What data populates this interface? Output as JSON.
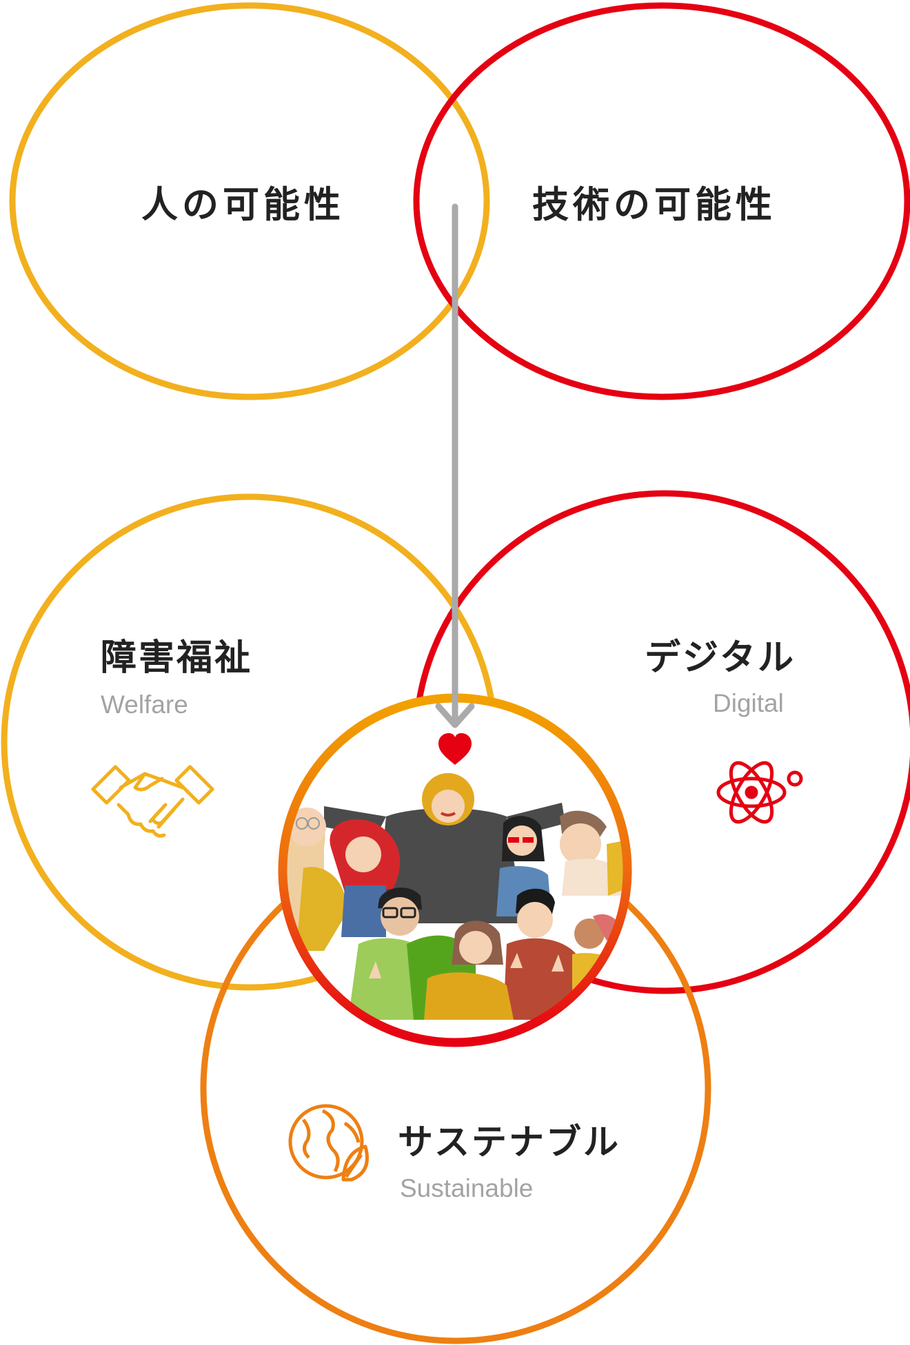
{
  "top": {
    "human": {
      "label": "人の可能性",
      "color": "#f2b01e"
    },
    "tech": {
      "label": "技術の可能性",
      "color": "#e50012"
    }
  },
  "domains": {
    "welfare": {
      "label": "障害福祉",
      "sub": "Welfare",
      "icon": "handshake-icon",
      "color": "#f2b01e"
    },
    "digital": {
      "label": "デジタル",
      "sub": "Digital",
      "icon": "atom-icon",
      "color": "#e50012"
    },
    "sustainable": {
      "label": "サステナブル",
      "sub": "Sustainable",
      "icon": "globe-leaf-icon",
      "color": "#ee7f12"
    }
  },
  "center": {
    "icon": "heart-icon",
    "image": "crowd-of-diverse-people-illustration",
    "accent": "#e50012"
  },
  "arrow": {
    "color": "#aaaaaa"
  }
}
